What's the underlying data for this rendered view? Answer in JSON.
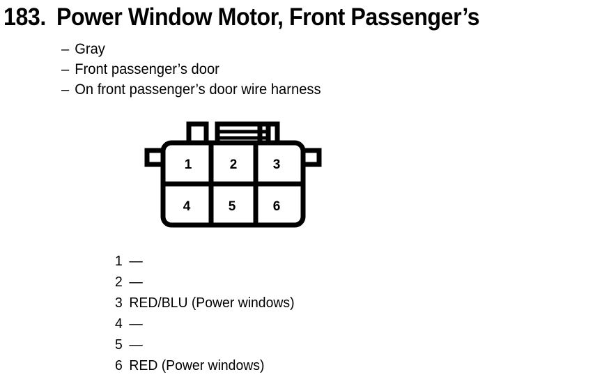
{
  "page": {
    "background_color": "#ffffff",
    "ink_color": "#000000"
  },
  "header": {
    "item_number": "183.",
    "title": "Power Window Motor, Front Passenger’s"
  },
  "specs": {
    "bullet_glyph": "–",
    "items": [
      {
        "text": "Gray"
      },
      {
        "text": "Front passenger’s door"
      },
      {
        "text": "On front passenger’s door wire harness"
      }
    ]
  },
  "connector": {
    "name": "6-pin connector",
    "rows": 2,
    "columns": 3,
    "top_tabs": [
      "left-tab",
      "center-latch-tab",
      "right-tab"
    ],
    "side_nubs": [
      "left-nub",
      "right-nub"
    ],
    "cells": [
      {
        "pin": "1"
      },
      {
        "pin": "2"
      },
      {
        "pin": "3"
      },
      {
        "pin": "4"
      },
      {
        "pin": "5"
      },
      {
        "pin": "6"
      }
    ]
  },
  "legend": {
    "empty_marker": "—",
    "rows": [
      {
        "pin": "1",
        "desc": "—"
      },
      {
        "pin": "2",
        "desc": "—"
      },
      {
        "pin": "3",
        "desc": "RED/BLU (Power windows)"
      },
      {
        "pin": "4",
        "desc": "—"
      },
      {
        "pin": "5",
        "desc": "—"
      },
      {
        "pin": "6",
        "desc": "RED (Power windows)"
      }
    ]
  }
}
